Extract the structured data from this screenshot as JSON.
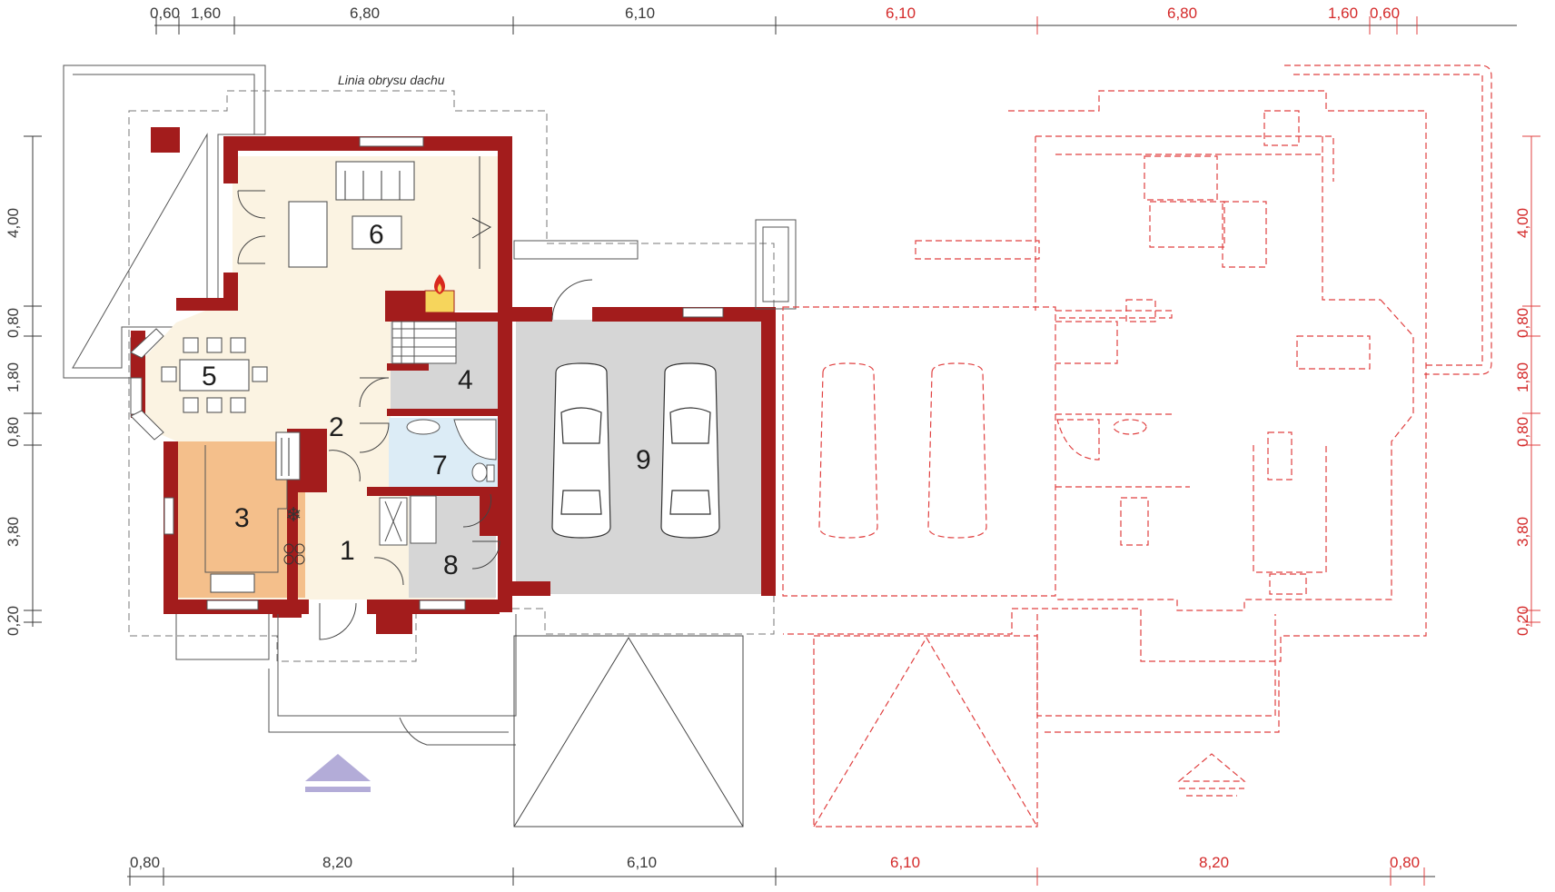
{
  "dimensions": {
    "top": [
      "0,60",
      "1,60",
      "6,80",
      "6,10"
    ],
    "top_mirror": [
      "6,10",
      "6,80",
      "1,60",
      "0,60"
    ],
    "bottom": [
      "0,80",
      "8,20",
      "6,10"
    ],
    "bottom_mirror": [
      "6,10",
      "8,20",
      "0,80"
    ],
    "left": [
      "4,00",
      "0,80",
      "1,80",
      "0,80",
      "3,80",
      "0,20"
    ],
    "right": [
      "4,00",
      "0,80",
      "1,80",
      "0,80",
      "3,80",
      "0,20"
    ]
  },
  "annotations": {
    "roof_outline": "Linia obrysu dachu"
  },
  "rooms": [
    "1",
    "2",
    "3",
    "4",
    "5",
    "6",
    "7",
    "8",
    "9"
  ],
  "colors": {
    "wall": "#a31c1c",
    "living": "#fbf3e2",
    "kitchen": "#f4bf8b",
    "bathroom": "#dcecf6",
    "garage": "#d6d6d6",
    "mirror": "#e04040",
    "entrance_arrow": "#b3acd8"
  },
  "icons": [
    "fireplace-icon",
    "snowflake-icon",
    "entrance-arrow-icon",
    "car-icon"
  ]
}
